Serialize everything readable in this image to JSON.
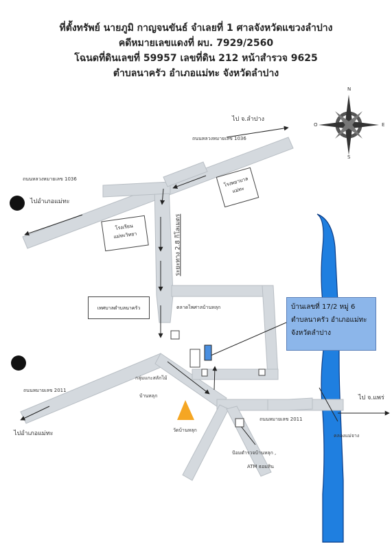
{
  "header": {
    "line1": "ที่ตั้งทรัพย์ นายภูมิ กาญจนขันธ์ จำเลยที่ 1 ศาลจังหวัดแขวงลำปาง",
    "line2": "คดีหมายเลขแดงที่ ผบ. 7929/2560",
    "line3": "โฉนดที่ดินเลขที่ 59957 เลขที่ดิน 212 หน้าสำรวจ 9625",
    "line4": "ตำบลนาครัว อำเภอแม่ทะ จังหวัดลำปาง"
  },
  "compass": {
    "n": "N",
    "s": "S",
    "e": "E",
    "o": "O"
  },
  "directions": {
    "to_lampang": "ไป จ.ลำปาง",
    "to_maetha_top": "ไปอำเภอแม่ทะ",
    "to_maetha_bottom": "ไปอำเภอแม่ทะ",
    "to_phrae": "ไป จ.แพร่"
  },
  "roads": {
    "highway_1036_top": "ถนนหลวงหมายเลข 1036",
    "highway_1036_left": "ถนนหลวงหมายเลข 1036",
    "road_2011_left": "ถนนหมายเลข 2011",
    "road_2011_right": "ถนนหมายเลข 2011",
    "distance": "ระยะทาง 2.8 กิโลเมตร"
  },
  "places": {
    "hospital_line1": "โรงพยาบาล",
    "hospital_line2": "แม่ทะ",
    "school_line1": "โรงเรียน",
    "school_line2": "แม่ทะวิทยา",
    "municipality": "เทศบาลตำบลนาครัว",
    "market": "ตลาดไพศาลบ้านหลุก",
    "craft_group_line1": "กลุ่มแกะสลักไม้",
    "craft_group_line2": "บ้านหลุก",
    "temple": "วัดบ้านหลุก",
    "police_line1": "ป้อมตำรวจบ้านหลุก ,",
    "police_line2": "ATM ธอมสิน",
    "canal": "คลองแม่จาง"
  },
  "callout": {
    "line1": "บ้านเลขที่ 17/2 หมู่ 6",
    "line2": "ตำบลนาครัว อำเภอแม่ทะ",
    "line3": "จังหวัดลำปาง"
  },
  "colors": {
    "road": "#d4d9de",
    "river": "#1f7fe0",
    "river_edge": "#0b3c86",
    "callout": "#8cb6ea",
    "temple": "#f5a623",
    "target_building": "#4a8fe0"
  }
}
